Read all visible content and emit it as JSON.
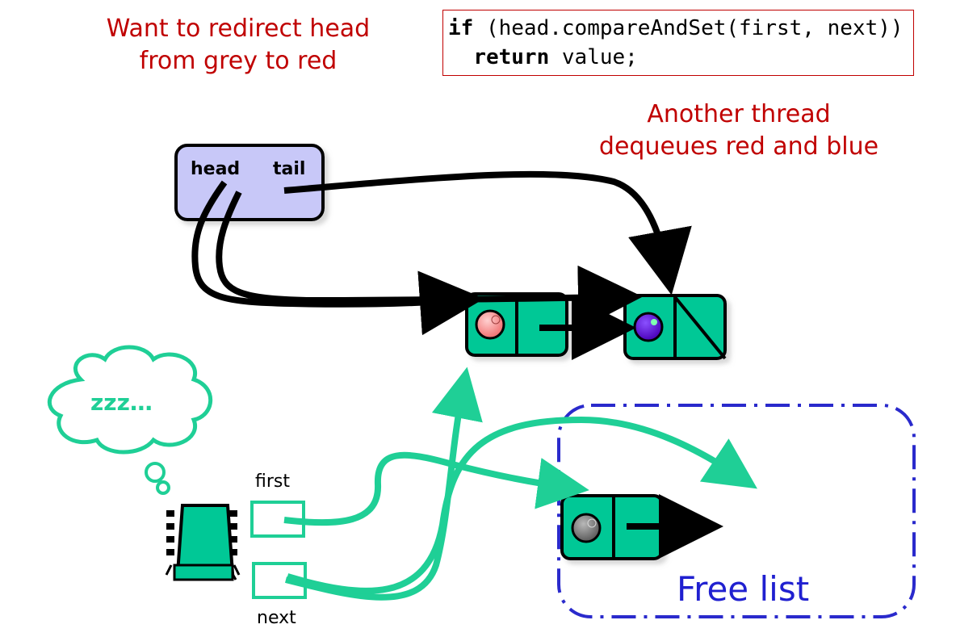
{
  "notes": {
    "redirect_line1": "Want to redirect head",
    "redirect_line2": "from grey to red",
    "another_line1": "Another thread",
    "another_line2": "dequeues red and blue"
  },
  "code": {
    "line1_kw": "if",
    "line1_rest": " (head.compareAndSet(first, next))",
    "line2_indent": "  ",
    "line2_kw": "return",
    "line2_rest": " value;"
  },
  "queue": {
    "head_label": "head",
    "tail_label": "tail"
  },
  "thread": {
    "thought": "zzz…",
    "first_label": "first",
    "next_label": "next"
  },
  "free_list": {
    "label": "Free list"
  },
  "colors": {
    "note_red": "#c00000",
    "node_green": "#00c896",
    "arrow_green": "#1fcf96",
    "queue_box": "#c8c8f8",
    "free_list_border": "#2a2acc",
    "red_value": "#f08080",
    "blue_value": "#5a00c8",
    "grey_value": "#707070"
  }
}
